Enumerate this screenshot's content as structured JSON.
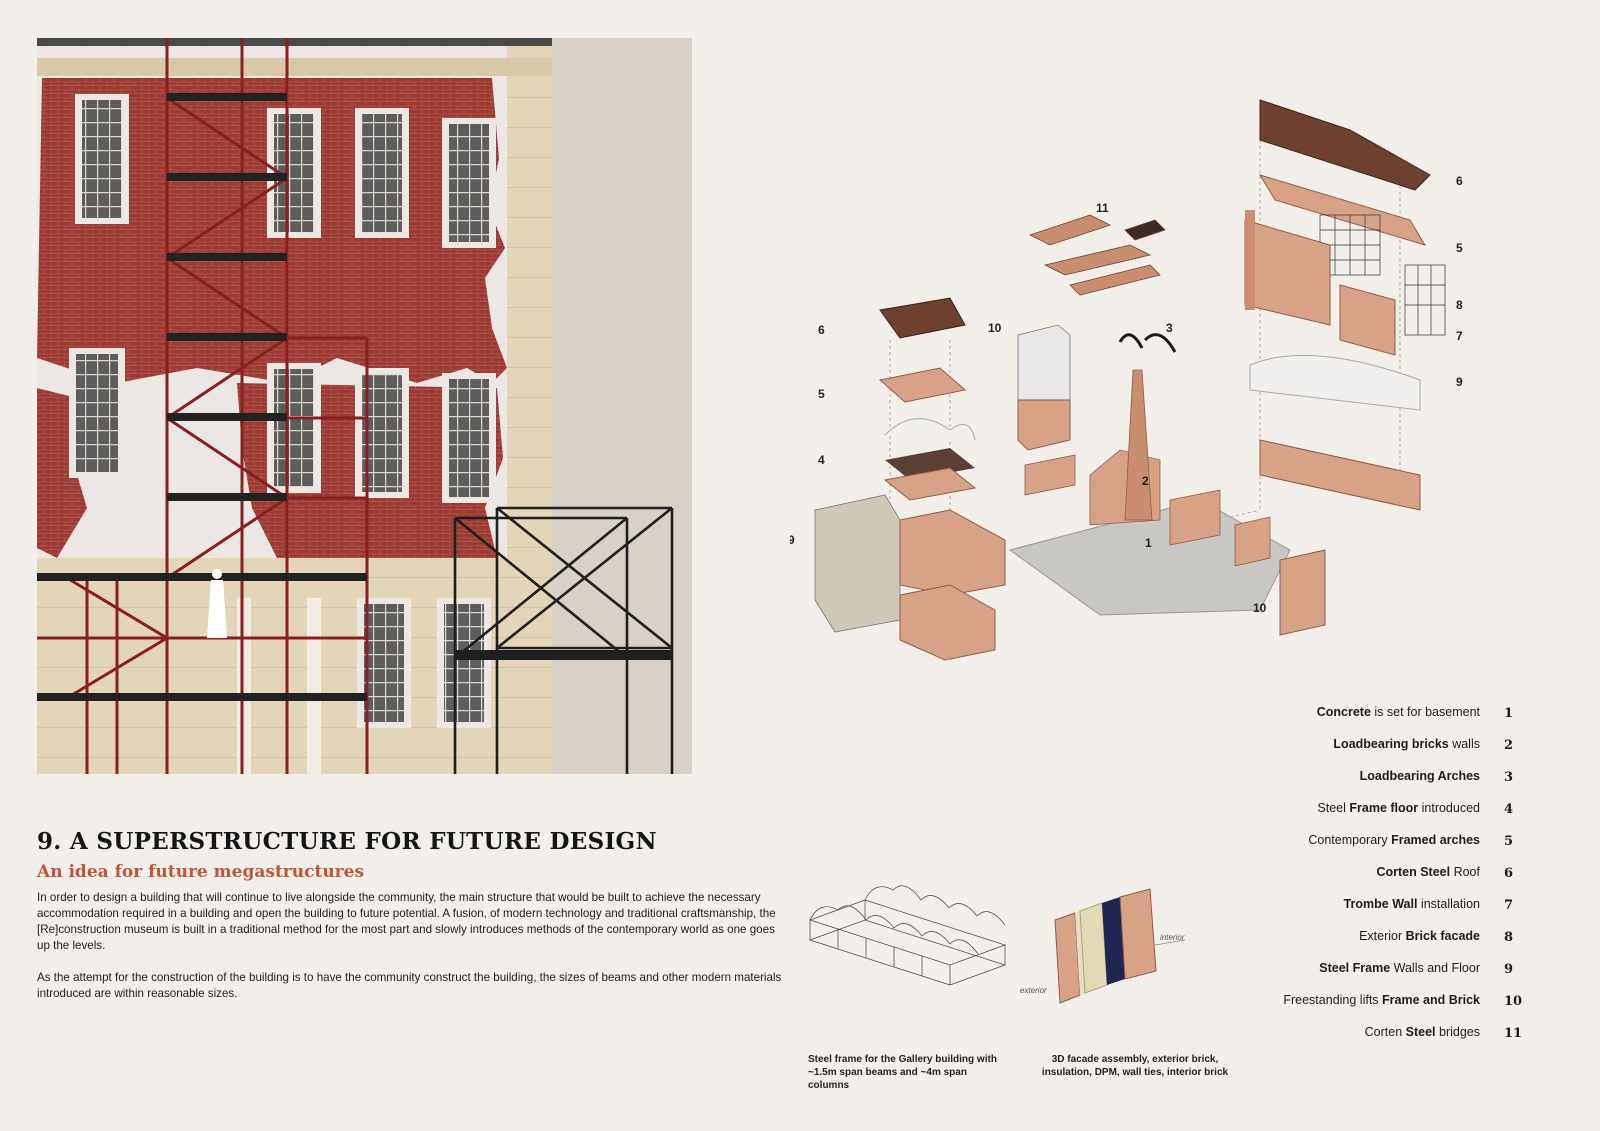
{
  "heading": {
    "title": "9. A SUPERSTRUCTURE FOR FUTURE DESIGN",
    "subtitle": "An idea for future megastructures"
  },
  "body": {
    "paragraph_1": "In order to design a building that will continue to live alongside the community, the main structure that would be built to achieve the necessary accommodation required in a building and open the building to future potential. A fusion, of modern technology and traditional craftsmanship, the [Re]construction museum is built in a traditional method for the most part and slowly introduces methods of the contemporary world as one goes up the levels.",
    "paragraph_2": "As the attempt for the construction of the building is to have the community construct the building, the sizes of beams and other modern materials introduced are within reasonable sizes."
  },
  "diagram_numbers": {
    "n1": "1",
    "n2": "2",
    "n3": "3",
    "n4": "4",
    "n5": "5",
    "n6": "6",
    "n7": "7",
    "n8": "8",
    "n9": "9",
    "n10": "10",
    "n11": "11"
  },
  "legend": [
    {
      "bold": "Concrete",
      "rest": " is set for basement",
      "num": "1"
    },
    {
      "bold": "Loadbearing bricks",
      "rest": " walls",
      "num": "2"
    },
    {
      "bold": "Loadbearing Arches",
      "rest": "",
      "num": "3"
    },
    {
      "pre": "Steel ",
      "bold": "Frame floor",
      "rest": " introduced",
      "num": "4"
    },
    {
      "pre": "Contemporary ",
      "bold": "Framed arches",
      "rest": "",
      "num": "5"
    },
    {
      "bold": "Corten Steel",
      "rest": " Roof",
      "num": "6"
    },
    {
      "bold": "Trombe Wall",
      "rest": " installation",
      "num": "7"
    },
    {
      "pre": "Exterior ",
      "bold": "Brick facade",
      "rest": "",
      "num": "8"
    },
    {
      "bold": "Steel Frame",
      "rest": " Walls and Floor",
      "num": "9"
    },
    {
      "pre": "Freestanding lifts ",
      "bold": "Frame and Brick",
      "rest": "",
      "num": "10"
    },
    {
      "pre": "Corten ",
      "bold": "Steel",
      "rest": " bridges",
      "num": "11"
    }
  ],
  "details": {
    "caption_1": "Steel frame for the Gallery building with ~1.5m span beams and ~4m span columns",
    "caption_2": "3D facade assembly, exterior brick, insulation, DPM, wall ties, interior brick",
    "sketch_label_interior": "interior",
    "sketch_label_exterior": "exterior"
  },
  "colors": {
    "background": "#f2efeb",
    "brick": "#9b3a32",
    "accent_red": "#c05436",
    "terracotta": "#d7a285",
    "scaffold_red": "#8a1f1f"
  }
}
